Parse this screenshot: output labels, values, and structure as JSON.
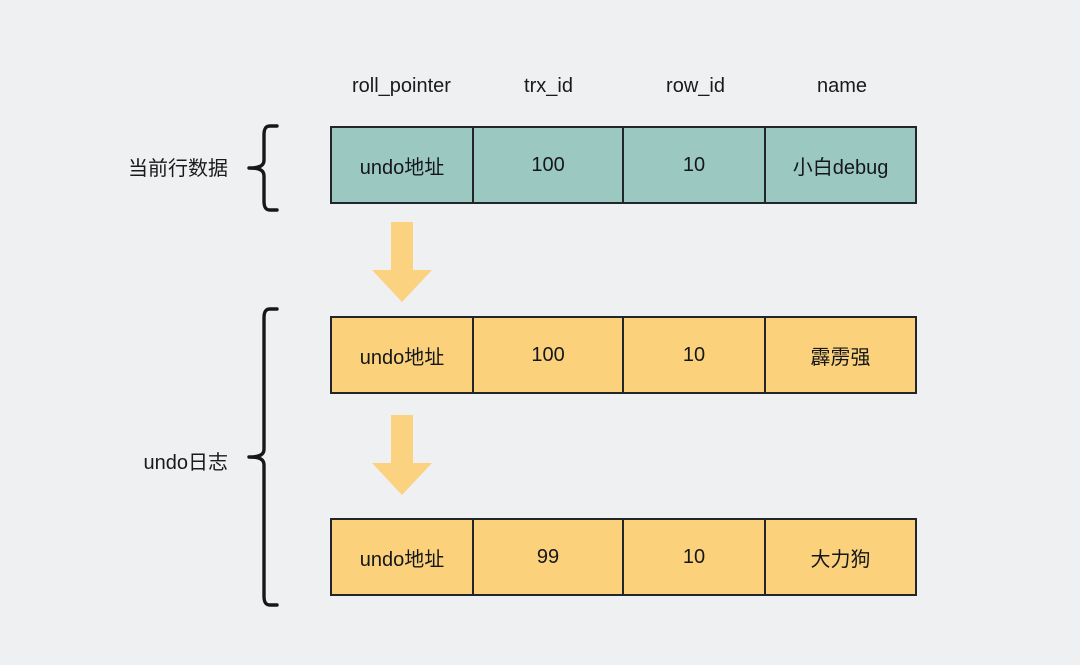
{
  "diagram": {
    "background_color": "#eff0f2",
    "border_color": "#22252a",
    "current_row_color": "#9bc9c2",
    "undo_row_color": "#fbd17c",
    "arrow_color": "#fbd280"
  },
  "columns": [
    {
      "label": "roll_pointer"
    },
    {
      "label": "trx_id"
    },
    {
      "label": "row_id"
    },
    {
      "label": "name"
    }
  ],
  "groups": [
    {
      "label": "当前行数据"
    },
    {
      "label": "undo日志"
    }
  ],
  "rows": [
    {
      "kind": "current-row",
      "roll_pointer": "undo地址",
      "trx_id": "100",
      "row_id": "10",
      "name": "小白debug"
    },
    {
      "kind": "undo-log-row",
      "roll_pointer": "undo地址",
      "trx_id": "100",
      "row_id": "10",
      "name": "霹雳强"
    },
    {
      "kind": "undo-log-row",
      "roll_pointer": "undo地址",
      "trx_id": "99",
      "row_id": "10",
      "name": "大力狗"
    }
  ]
}
